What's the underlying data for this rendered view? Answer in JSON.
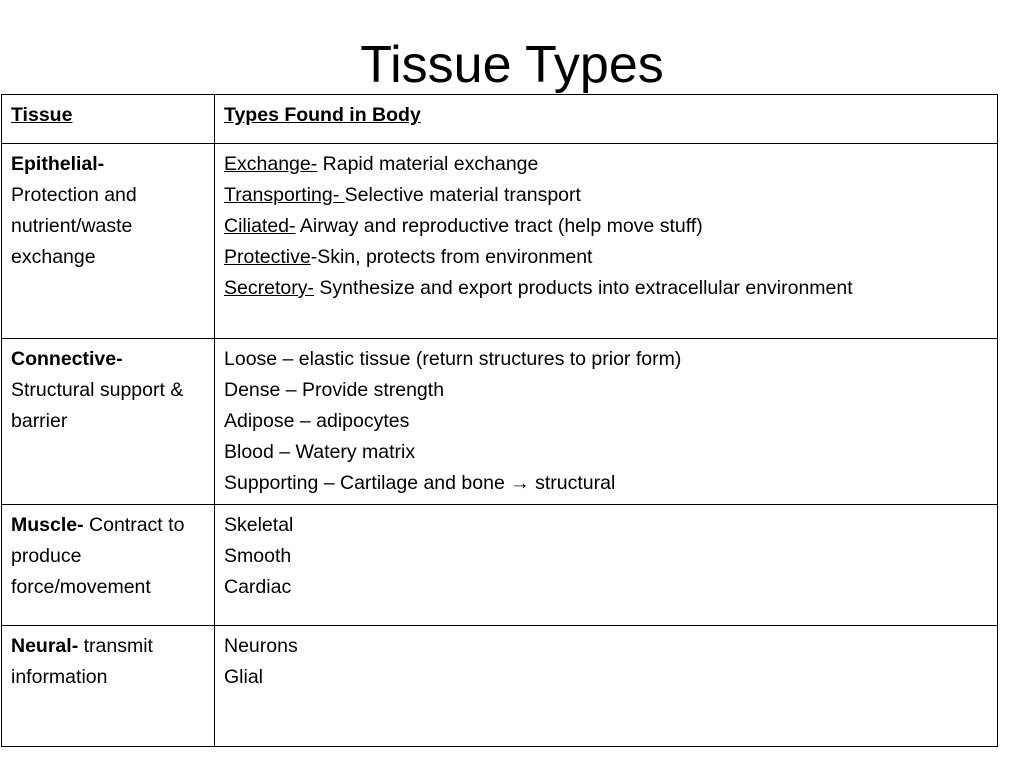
{
  "title": "Tissue Types",
  "table": {
    "headers": [
      "Tissue",
      "Types Found in Body"
    ],
    "rows": [
      {
        "tissue": "Epithelial-",
        "description": "Protection and nutrient/waste exchange",
        "types": [
          {
            "name": "Exchange-",
            "text": " Rapid material exchange"
          },
          {
            "name": "Transporting- ",
            "text": "Selective material transport"
          },
          {
            "name": "Ciliated-",
            "text": " Airway and reproductive tract (help move stuff)"
          },
          {
            "name": "Protective",
            "text": "-Skin, protects from environment"
          },
          {
            "name": "Secretory-",
            "text": " Synthesize and export products into extracellular environment"
          }
        ]
      },
      {
        "tissue": "Connective-",
        "description": "Structural support & barrier",
        "types": [
          "Loose – elastic tissue (return structures to prior form)",
          "Dense – Provide strength",
          "Adipose – adipocytes",
          "Blood – Watery matrix",
          {
            "before": "Supporting – Cartilage and bone ",
            "arrow": "→",
            "after": " structural"
          }
        ]
      },
      {
        "tissue": "Muscle-",
        "description": "Contract to produce force/movement",
        "types": [
          "Skeletal",
          "Smooth",
          "Cardiac"
        ]
      },
      {
        "tissue": "Neural-",
        "description": "transmit information",
        "types": [
          "Neurons",
          "Glial"
        ]
      }
    ]
  }
}
